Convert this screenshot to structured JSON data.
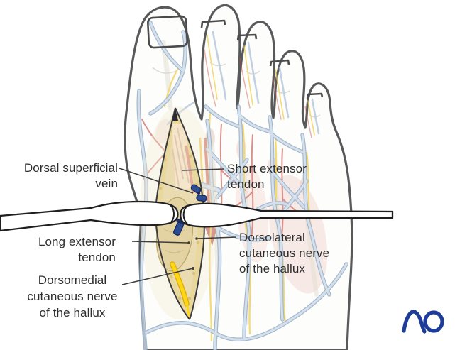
{
  "labels": {
    "dorsal_superficial_vein": {
      "line1": "Dorsal superficial",
      "line2": "vein"
    },
    "short_extensor_tendon": {
      "line1": "Short extensor",
      "line2": "tendon"
    },
    "long_extensor_tendon": {
      "line1": "Long extensor",
      "line2": "tendon"
    },
    "dorsomedial_nerve": {
      "line1": "Dorsomedial",
      "line2": "cutaneous nerve",
      "line3": "of the hallux"
    },
    "dorsolateral_nerve": {
      "line1": "Dorsolateral",
      "line2": "cutaneous nerve",
      "line3": "of the hallux"
    }
  },
  "logo": {
    "text": "AO",
    "color": "#1e3d98"
  },
  "colors": {
    "background": "#ffffff",
    "foot_outline": "#58595b",
    "vein_outline": "#8aa3bf",
    "vein_fill": "#c9d9e8",
    "nerve_yellow": "#f0cf48",
    "nerve_highlight": "#ffd51a",
    "artery_red": "#c9534a",
    "muscle_pink": "#e09a8c",
    "incision_fill": "#eadcb0",
    "subcutaneous_fat": "#e8d89e",
    "clamp_navy": "#2d4d92",
    "leader_line": "#3d3d3d",
    "label_text": "#2e2e2e"
  }
}
